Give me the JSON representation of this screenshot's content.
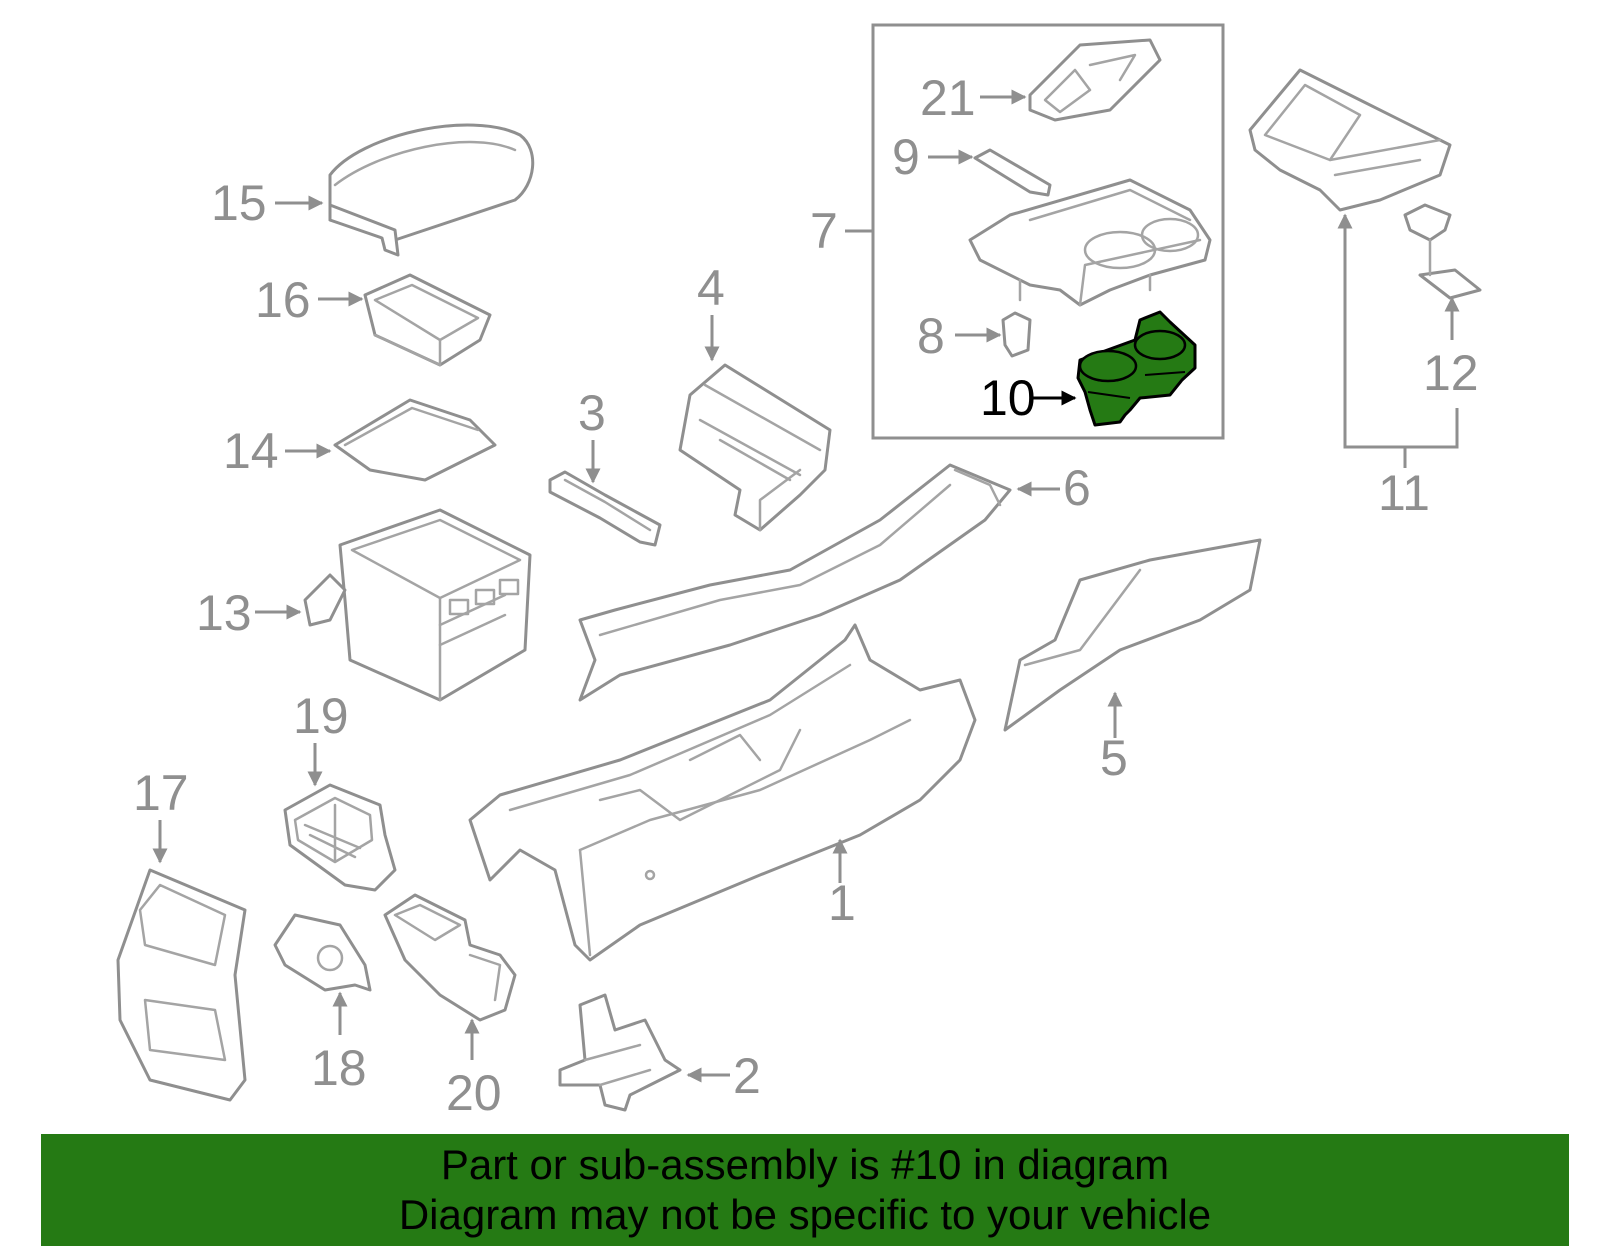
{
  "colors": {
    "highlight": "#257a14",
    "line": "#8f8f8f",
    "banner": "#257a14",
    "banner_text": "#000000"
  },
  "callouts": {
    "c1": "1",
    "c2": "2",
    "c3": "3",
    "c4": "4",
    "c5": "5",
    "c6": "6",
    "c7": "7",
    "c8": "8",
    "c9": "9",
    "c10": "10",
    "c11": "11",
    "c12": "12",
    "c13": "13",
    "c14": "14",
    "c15": "15",
    "c16": "16",
    "c17": "17",
    "c18": "18",
    "c19": "19",
    "c20": "20",
    "c21": "21"
  },
  "highlighted_part": "10",
  "banner": {
    "line1": "Part or sub-assembly is #10 in diagram",
    "line2": "Diagram may not be specific to your vehicle"
  }
}
